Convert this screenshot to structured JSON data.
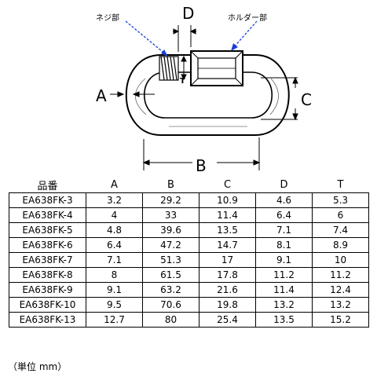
{
  "diagram": {
    "labels": {
      "screw": "ネジ部",
      "holder": "ホルダー部",
      "d": "D",
      "t": "T",
      "a": "A",
      "b": "B",
      "c": "C"
    }
  },
  "table": {
    "headers": [
      "品番",
      "A",
      "B",
      "C",
      "D",
      "T"
    ],
    "rows": [
      [
        "EA638FK-3",
        "3.2",
        "29.2",
        "10.9",
        "4.6",
        "5.3"
      ],
      [
        "EA638FK-4",
        "4",
        "33",
        "11.4",
        "6.4",
        "6"
      ],
      [
        "EA638FK-5",
        "4.8",
        "39.6",
        "13.5",
        "7.1",
        "7.4"
      ],
      [
        "EA638FK-6",
        "6.4",
        "47.2",
        "14.7",
        "8.1",
        "8.9"
      ],
      [
        "EA638FK-7",
        "7.1",
        "51.3",
        "17",
        "9.1",
        "10"
      ],
      [
        "EA638FK-8",
        "8",
        "61.5",
        "17.8",
        "11.2",
        "11.2"
      ],
      [
        "EA638FK-9",
        "9.1",
        "63.2",
        "21.6",
        "11.4",
        "12.4"
      ],
      [
        "EA638FK-10",
        "9.5",
        "70.6",
        "19.8",
        "13.2",
        "13.2"
      ],
      [
        "EA638FK-13",
        "12.7",
        "80",
        "25.4",
        "13.5",
        "15.2"
      ]
    ]
  },
  "unit_note": "（単位 mm）",
  "colors": {
    "pointer": "#1a3fd6",
    "line": "#000000"
  }
}
